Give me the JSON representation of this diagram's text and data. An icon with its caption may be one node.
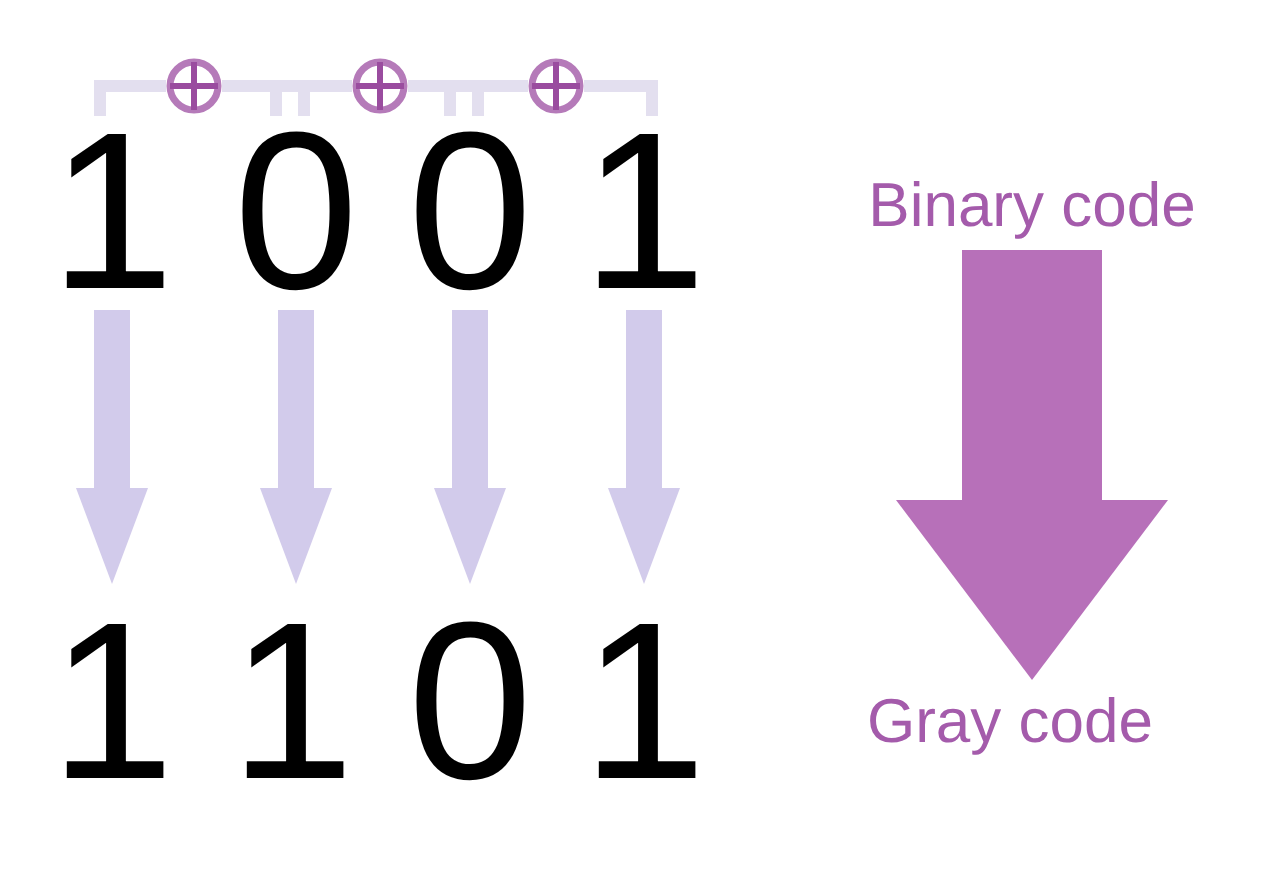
{
  "diagram": {
    "nodes": [
      {
        "text": [
          "1"
        ]
      },
      {
        "text": [
          "0"
        ]
      },
      {
        "text": [
          "0"
        ]
      },
      {
        "text": [
          "1"
        ]
      },
      {
        "text": [
          "1"
        ]
      },
      {
        "text": [
          "1"
        ]
      },
      {
        "text": [
          "0"
        ]
      },
      {
        "text": [
          "1"
        ]
      },
      {
        "text": [],
        "shape": "circle"
      },
      {
        "text": [],
        "shape": "circle"
      },
      {
        "text": [],
        "shape": "circle"
      },
      {
        "text": [
          "Binary code"
        ]
      },
      {
        "text": [
          "Gray code"
        ]
      }
    ],
    "edges": [
      {
        "from": 0,
        "to": 8,
        "arrow": "none"
      },
      {
        "from": 8,
        "to": 1,
        "arrow": "none"
      },
      {
        "from": 1,
        "to": 9,
        "arrow": "none"
      },
      {
        "from": 9,
        "to": 2,
        "arrow": "none"
      },
      {
        "from": 2,
        "to": 10,
        "arrow": "none"
      },
      {
        "from": 10,
        "to": 3,
        "arrow": "none"
      },
      {
        "from": 0,
        "to": 4,
        "arrow": "to",
        "style": "thick",
        "color": "#d2cbeb"
      },
      {
        "from": 1,
        "to": 5,
        "arrow": "to",
        "style": "thick",
        "color": "#d2cbeb"
      },
      {
        "from": 2,
        "to": 6,
        "arrow": "to",
        "style": "thick",
        "color": "#d2cbeb"
      },
      {
        "from": 3,
        "to": 7,
        "arrow": "to",
        "style": "thick",
        "color": "#d2cbeb"
      },
      {
        "from": 11,
        "to": 12,
        "arrow": "to",
        "style": "thick",
        "color": "#b770b9"
      }
    ]
  }
}
